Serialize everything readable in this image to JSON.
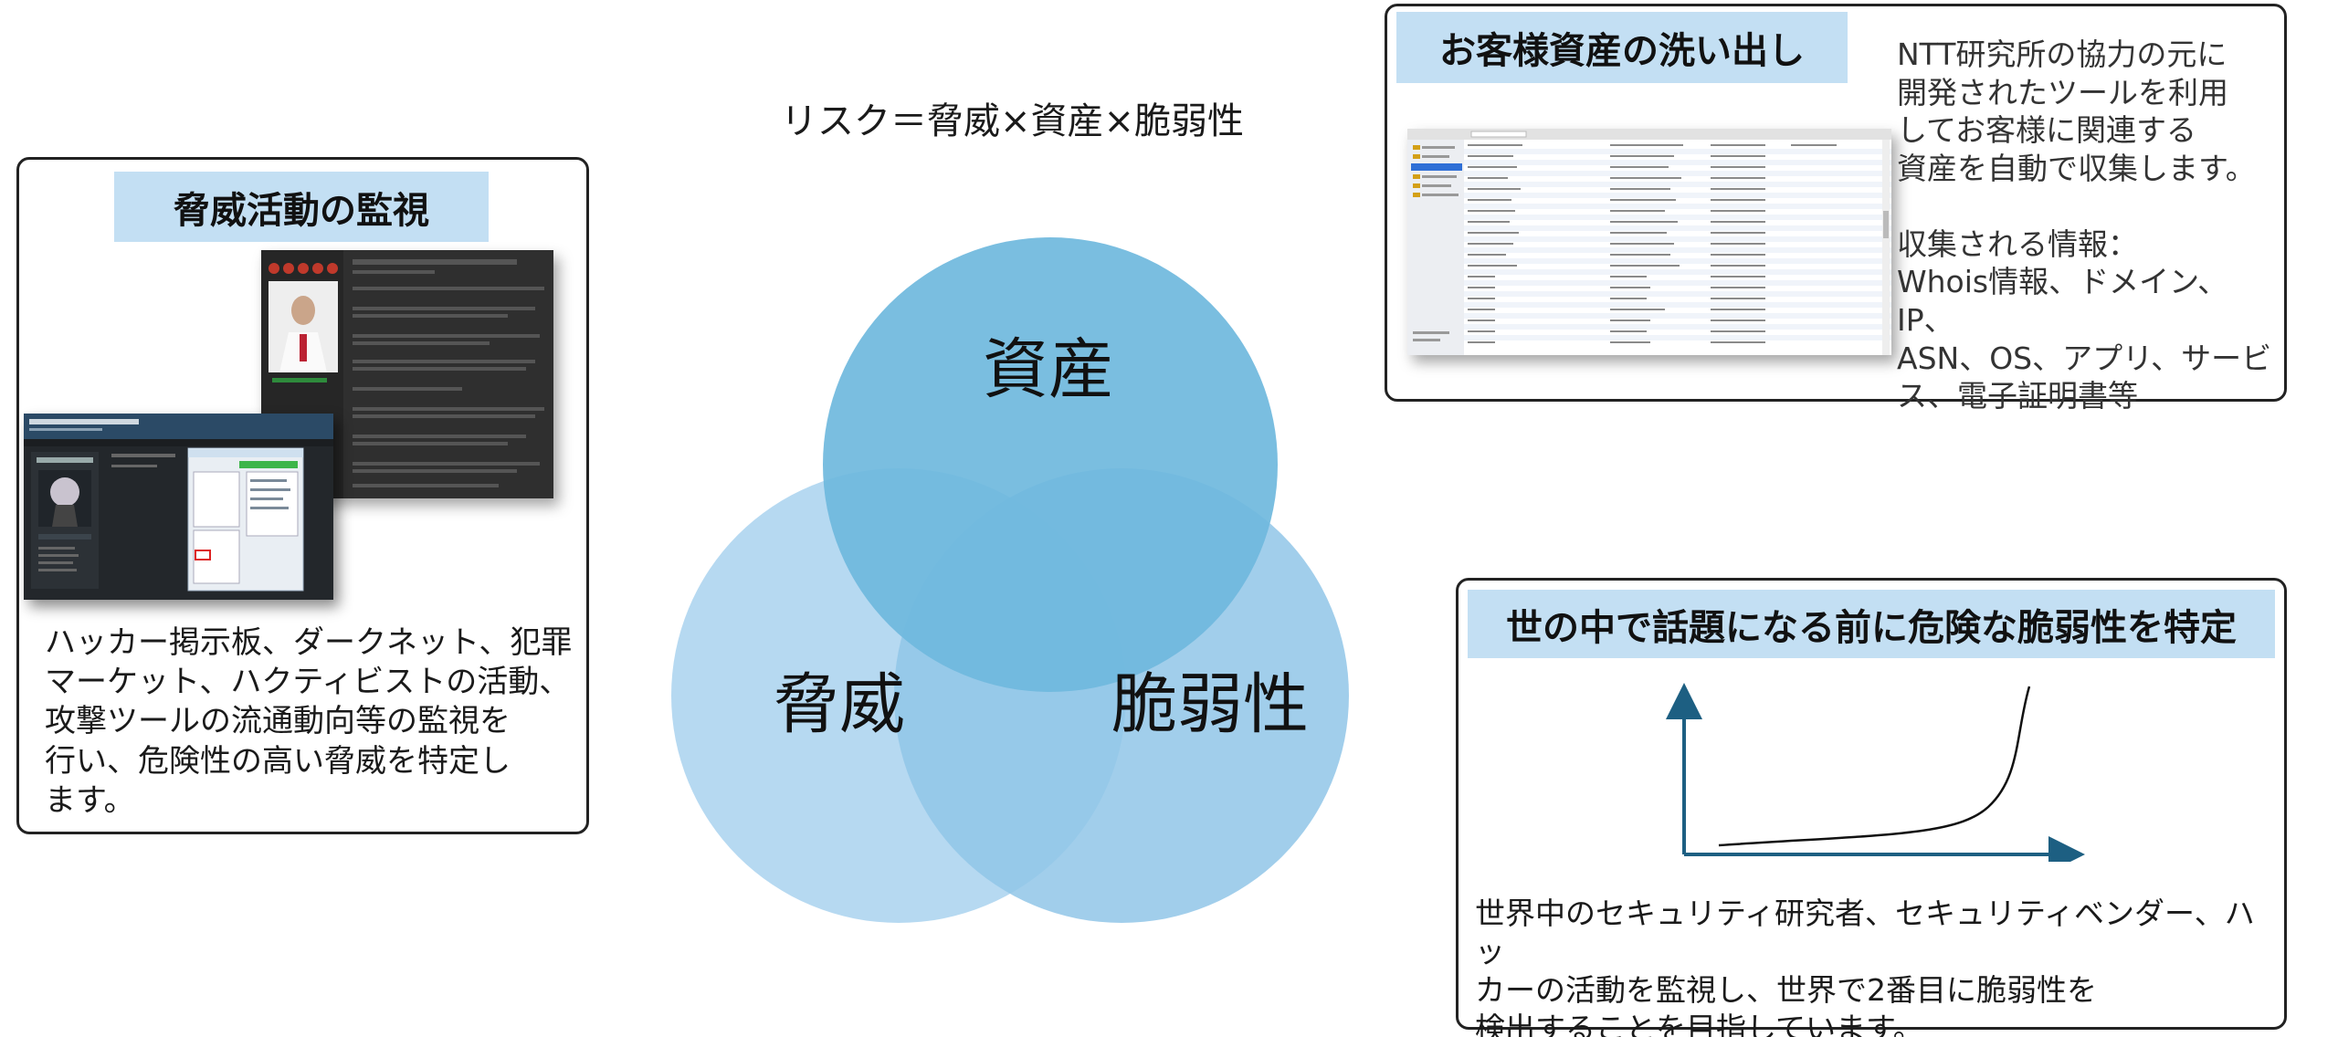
{
  "formula": "リスク＝脅威×資産×脆弱性",
  "venn": {
    "circles": [
      {
        "label": "資産",
        "color": "#6fb8dd"
      },
      {
        "label": "脅威",
        "color": "#a9d2ee"
      },
      {
        "label": "脆弱性",
        "color": "#90c6e8"
      }
    ]
  },
  "threat_panel": {
    "title": "脅威活動の監視",
    "description": "ハッカー掲示板、ダークネット、犯罪\nマーケット、ハクティビストの活動、\n攻撃ツールの流通動向等の監視を\n行い、危険性の高い脅威を特定し\nます。"
  },
  "asset_panel": {
    "title": "お客様資産の洗い出し",
    "description": "NTT研究所の協力の元に\n開発されたツールを利用\nしてお客様に関連する\n資産を自動で収集します。\n\n収集される情報：\nWhois情報、ドメイン、IP、\nASN、OS、アプリ、サービ\nス、電子証明書等"
  },
  "vuln_panel": {
    "title": "世の中で話題になる前に危険な脆弱性を特定",
    "description": "世界中のセキュリティ研究者、セキュリティベンダー、ハッ\nカーの活動を監視し、世界で2番目に脆弱性を\n検出することを目指しています。",
    "axis_color": "#1d5f82"
  }
}
